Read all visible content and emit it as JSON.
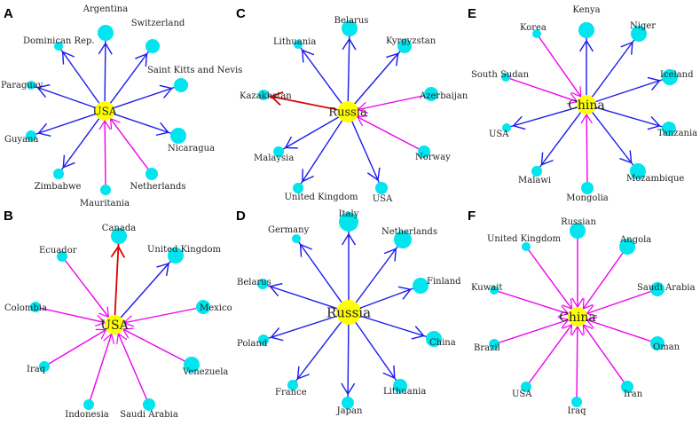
{
  "colors": {
    "node": "#00e5ee",
    "center": "#ffff00",
    "outgoing": "#1a1aee",
    "incoming": "#ee00ee",
    "highlight": "#dd0000"
  },
  "panels": [
    {
      "letter": "A",
      "center": "USA",
      "nodes": [
        {
          "label": "Argentina",
          "dir": "out"
        },
        {
          "label": "Switzerland",
          "dir": "out"
        },
        {
          "label": "Saint Kitts and Nevis",
          "dir": "out"
        },
        {
          "label": "Nicaragua",
          "dir": "out"
        },
        {
          "label": "Netherlands",
          "dir": "in"
        },
        {
          "label": "Mauritania",
          "dir": "in"
        },
        {
          "label": "Zimbabwe",
          "dir": "out"
        },
        {
          "label": "Guyana",
          "dir": "out"
        },
        {
          "label": "Paraguay",
          "dir": "out"
        },
        {
          "label": "Dominican Rep.",
          "dir": "out"
        }
      ]
    },
    {
      "letter": "B",
      "center": "USA",
      "nodes": [
        {
          "label": "Canada",
          "dir": "highlight"
        },
        {
          "label": "United Kingdom",
          "dir": "out"
        },
        {
          "label": "Mexico",
          "dir": "in"
        },
        {
          "label": "Venezuela",
          "dir": "in"
        },
        {
          "label": "Saudi Arabia",
          "dir": "in"
        },
        {
          "label": "Indonesia",
          "dir": "in"
        },
        {
          "label": "Iraq",
          "dir": "in"
        },
        {
          "label": "Colombia",
          "dir": "in"
        },
        {
          "label": "Ecuador",
          "dir": "in"
        }
      ]
    },
    {
      "letter": "C",
      "center": "Russia",
      "nodes": [
        {
          "label": "Belarus",
          "dir": "out"
        },
        {
          "label": "Kyrgyzstan",
          "dir": "out"
        },
        {
          "label": "Azerbaijan",
          "dir": "in"
        },
        {
          "label": "Norway",
          "dir": "in"
        },
        {
          "label": "USA",
          "dir": "out"
        },
        {
          "label": "United Kingdom",
          "dir": "out"
        },
        {
          "label": "Malaysia",
          "dir": "out"
        },
        {
          "label": "Kazakhstan",
          "dir": "highlight"
        },
        {
          "label": "Lithuania",
          "dir": "out"
        }
      ]
    },
    {
      "letter": "D",
      "center": "Russia",
      "nodes": [
        {
          "label": "Italy",
          "dir": "out"
        },
        {
          "label": "Netherlands",
          "dir": "out"
        },
        {
          "label": "Finland",
          "dir": "out"
        },
        {
          "label": "China",
          "dir": "out"
        },
        {
          "label": "Lithuania",
          "dir": "out"
        },
        {
          "label": "Japan",
          "dir": "out"
        },
        {
          "label": "France",
          "dir": "out"
        },
        {
          "label": "Poland",
          "dir": "out"
        },
        {
          "label": "Belarus",
          "dir": "out"
        },
        {
          "label": "Germany",
          "dir": "out"
        }
      ]
    },
    {
      "letter": "E",
      "center": "China",
      "nodes": [
        {
          "label": "Kenya",
          "dir": "out"
        },
        {
          "label": "Niger",
          "dir": "out"
        },
        {
          "label": "Iceland",
          "dir": "out"
        },
        {
          "label": "Tanzania",
          "dir": "out"
        },
        {
          "label": "Mozambique",
          "dir": "out"
        },
        {
          "label": "Mongolia",
          "dir": "in"
        },
        {
          "label": "Malawi",
          "dir": "out"
        },
        {
          "label": "USA",
          "dir": "out"
        },
        {
          "label": "South Sudan",
          "dir": "in"
        },
        {
          "label": "Korea",
          "dir": "in"
        }
      ]
    },
    {
      "letter": "F",
      "center": "China",
      "nodes": [
        {
          "label": "Russian",
          "dir": "in"
        },
        {
          "label": "Angola",
          "dir": "in"
        },
        {
          "label": "Saudi Arabia",
          "dir": "in"
        },
        {
          "label": "Oman",
          "dir": "in"
        },
        {
          "label": "Iran",
          "dir": "in"
        },
        {
          "label": "Iraq",
          "dir": "in"
        },
        {
          "label": "USA",
          "dir": "in"
        },
        {
          "label": "Brazil",
          "dir": "in"
        },
        {
          "label": "Kuwait",
          "dir": "in"
        },
        {
          "label": "United Kingdom",
          "dir": "in"
        }
      ]
    }
  ]
}
